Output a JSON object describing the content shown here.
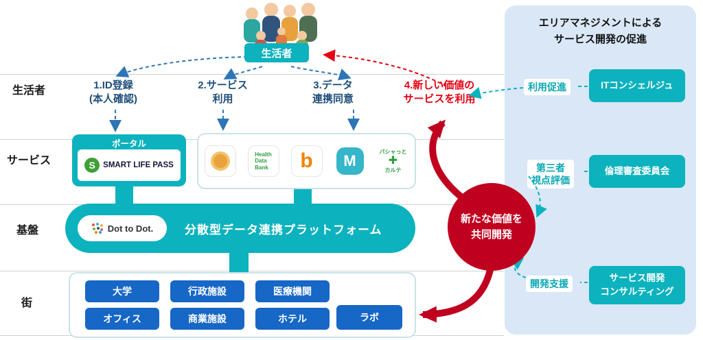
{
  "rows": {
    "items": [
      {
        "label": "生活者"
      },
      {
        "label": "サービス"
      },
      {
        "label": "基盤"
      },
      {
        "label": "街"
      }
    ]
  },
  "persona": {
    "badge": "生活者"
  },
  "steps": [
    {
      "line1": "1.ID登録",
      "line2": "(本人確認)"
    },
    {
      "line1": "2.サービス",
      "line2": "利用"
    },
    {
      "line1": "3.データ",
      "line2": "連携同意"
    },
    {
      "line1": "4.新しい価値の",
      "line2": "サービスを利用"
    }
  ],
  "service": {
    "portal_label": "ポータル",
    "slp_glyph": "S",
    "smart_life_pass": "SMART LIFE PASS",
    "apps": {
      "hdb_line1": "Health",
      "hdb_line2": "Data",
      "hdb_line3": "Bank",
      "b_glyph": "b",
      "m_glyph": "M",
      "pasha_line1": "パシャっと",
      "pasha_cross": "✚",
      "pasha_line2": "カルテ"
    }
  },
  "platform": {
    "logo": "Dot to Dot.",
    "label": "分散型データ連携プラットフォーム"
  },
  "town": {
    "buttons": [
      "大学",
      "行政施設",
      "医療機関",
      "オフィス",
      "商業施設",
      "ホテル",
      "ラボ"
    ]
  },
  "codev": {
    "line1": "新たな価値を",
    "line2": "共同開発"
  },
  "panel": {
    "title_line1": "エリアマネジメントによる",
    "title_line2": "サービス開発の促進",
    "items": [
      {
        "label_line1": "利用促進",
        "label_line2": "",
        "box": "ITコンシェルジュ"
      },
      {
        "label_line1": "第三者",
        "label_line2": "視点評価",
        "box": "倫理審査委員会"
      },
      {
        "label_line1": "開発支援",
        "label_line2": "",
        "box_line1": "サービス開発",
        "box_line2": "コンサルティング"
      }
    ]
  },
  "colors": {
    "teal": "#0cb2bd",
    "panel_bg": "#d9e7f6",
    "red_dark": "#c0001f",
    "red_bright": "#e60012",
    "navy": "#1f4e79",
    "button_blue": "#1667c6",
    "arrow_blue": "#2e75b6",
    "green": "#2f9e41",
    "orange": "#f08300"
  }
}
